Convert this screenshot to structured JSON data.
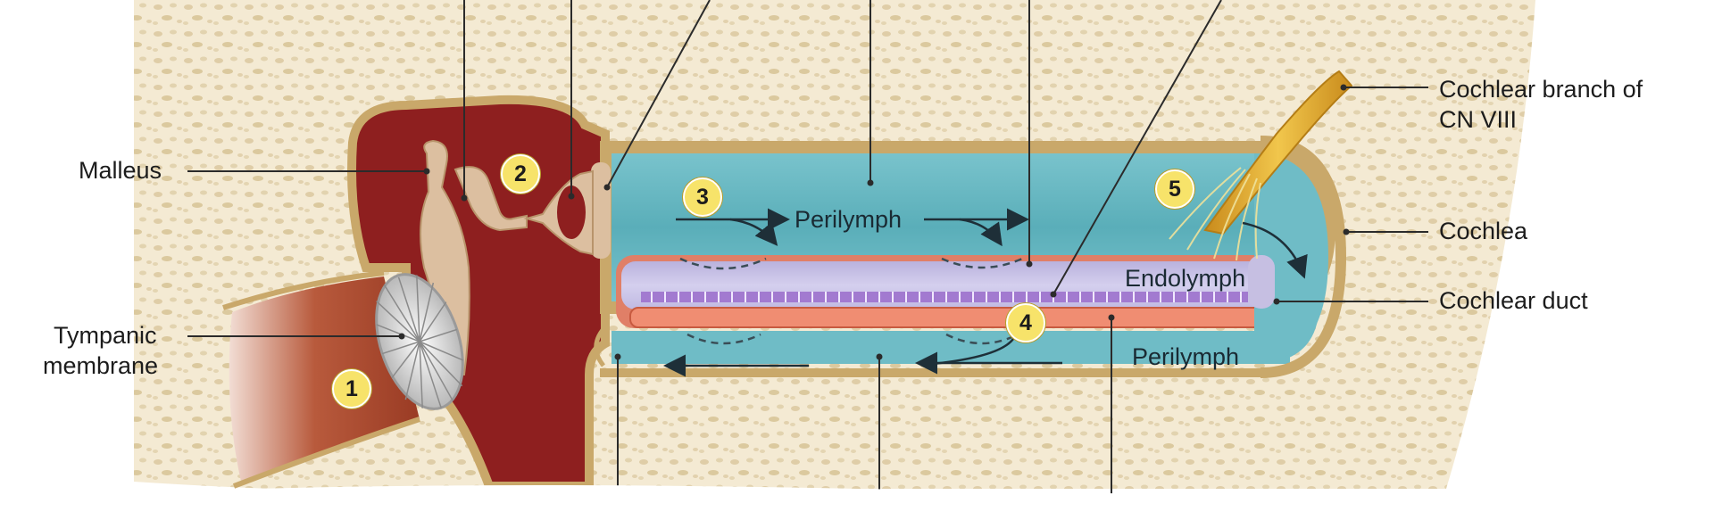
{
  "labels": {
    "malleus": "Malleus",
    "tympanic_line1": "Tympanic",
    "tympanic_line2": "membrane",
    "cochlear_branch_line1": "Cochlear branch of",
    "cochlear_branch_line2": "CN VIII",
    "cochlea": "Cochlea",
    "cochlear_duct": "Cochlear duct",
    "perilymph_top": "Perilymph",
    "endolymph": "Endolymph",
    "perilymph_bottom": "Perilymph"
  },
  "steps": [
    "1",
    "2",
    "3",
    "4",
    "5"
  ],
  "colors": {
    "bone": "#efe3c7",
    "bone_dots": "#d9c69b",
    "wall": "#c9a86a",
    "middle_ear": "#8e1f1f",
    "canal": "#a8472a",
    "perilymph": "#5fb3bd",
    "endolymph": "#c6bfe2",
    "basilar": "#ef8a6f",
    "hair_cells": "#a27ad0",
    "nerve": "#e6b83a",
    "ossicle": "#dcbfa0",
    "badge": "#f7e36a"
  }
}
